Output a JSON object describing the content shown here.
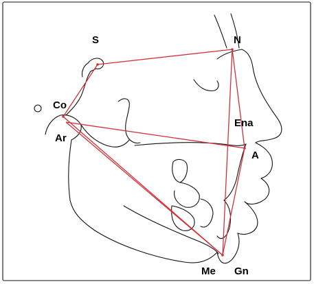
{
  "diagram": {
    "line_color": "#d0323c",
    "outline_color": "#111111",
    "landmarks": [
      {
        "id": "S",
        "label": "S"
      },
      {
        "id": "N",
        "label": "N"
      },
      {
        "id": "Co",
        "label": "Co"
      },
      {
        "id": "Ena",
        "label": "Ena"
      },
      {
        "id": "Ar",
        "label": "Ar"
      },
      {
        "id": "A",
        "label": "A"
      },
      {
        "id": "Me",
        "label": "Me"
      },
      {
        "id": "Gn",
        "label": "Gn"
      }
    ],
    "connections": [
      [
        "S",
        "N"
      ],
      [
        "S",
        "Co"
      ],
      [
        "N",
        "Gn"
      ],
      [
        "N",
        "A"
      ],
      [
        "Co",
        "Gn"
      ],
      [
        "Ar",
        "A"
      ],
      [
        "Ar",
        "Gn"
      ],
      [
        "A",
        "Gn"
      ]
    ]
  }
}
